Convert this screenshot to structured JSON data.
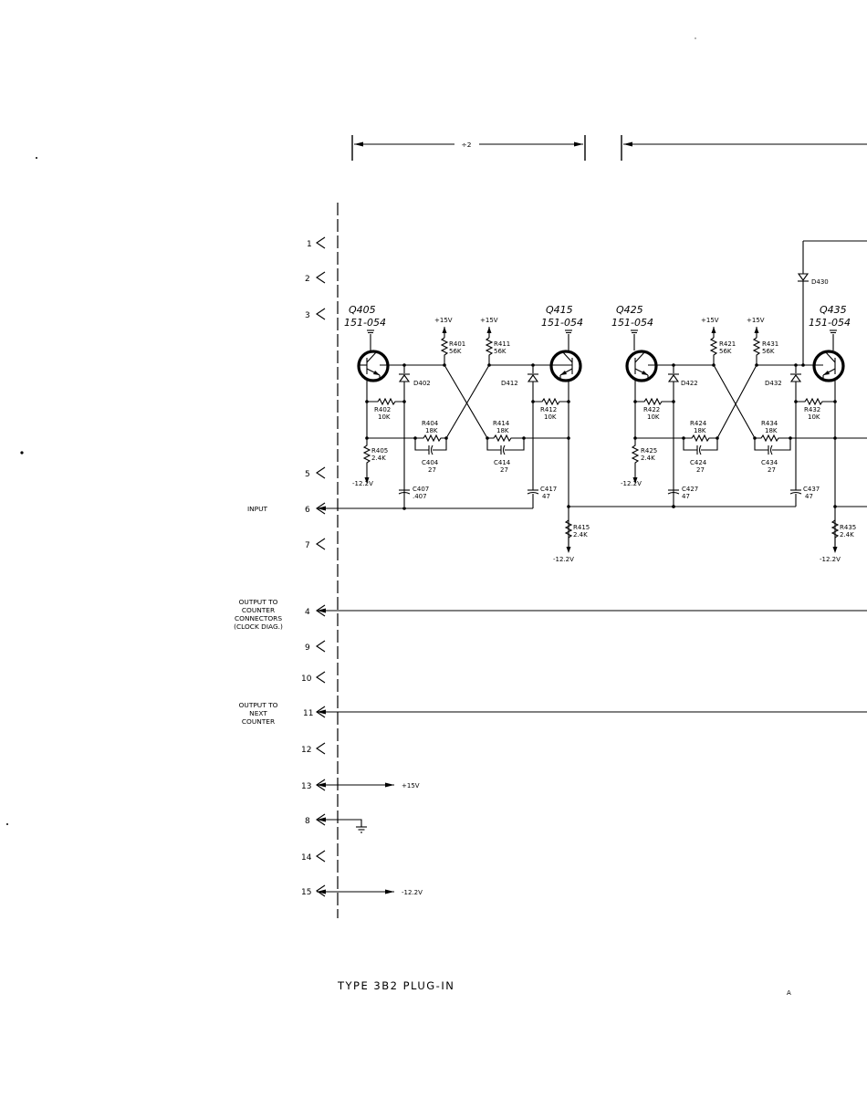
{
  "header": {
    "divider_label": "÷2"
  },
  "pins": [
    "1",
    "2",
    "3",
    "5",
    "6",
    "7",
    "4",
    "9",
    "10",
    "11",
    "12",
    "13",
    "8",
    "14",
    "15"
  ],
  "signals": {
    "input": "INPUT",
    "out_counter": [
      "OUTPUT TO",
      "COUNTER",
      "CONNECTORS",
      "(CLOCK DIAG.)"
    ],
    "out_next": [
      "OUTPUT TO",
      "NEXT",
      "COUNTER"
    ],
    "pin13_supply": "+15V",
    "pin15_supply": "-12.2V"
  },
  "transistors": {
    "q405": [
      "Q405",
      "151-054"
    ],
    "q415": [
      "Q415",
      "151-054"
    ],
    "q425": [
      "Q425",
      "151-054"
    ],
    "q435": [
      "Q435",
      "151-054"
    ]
  },
  "stage1": {
    "v1": "+15V",
    "v2": "+15V",
    "r401": [
      "R401",
      "56K"
    ],
    "r411": [
      "R411",
      "56K"
    ],
    "d402": "D402",
    "d412": "D412",
    "r402": [
      "R402",
      "10K"
    ],
    "r412": [
      "R412",
      "10K"
    ],
    "r404": [
      "R404",
      "18K"
    ],
    "r414": [
      "R414",
      "18K"
    ],
    "c404": [
      "C404",
      "27"
    ],
    "c414": [
      "C414",
      "27"
    ],
    "r405": [
      "R405",
      "2.4K"
    ],
    "vn1": "-12.2V",
    "c407": [
      "C407",
      ".407"
    ],
    "c417": [
      "C417",
      "47"
    ],
    "r415": [
      "R415",
      "2.4K"
    ],
    "vn2": "-12.2V"
  },
  "stage2": {
    "d430": "D430",
    "v1": "+15V",
    "v2": "+15V",
    "r421": [
      "R421",
      "56K"
    ],
    "r431": [
      "R431",
      "56K"
    ],
    "d422": "D422",
    "d432": "D432",
    "r422": [
      "R422",
      "10K"
    ],
    "r432": [
      "R432",
      "10K"
    ],
    "r424": [
      "R424",
      "18K"
    ],
    "r434": [
      "R434",
      "18K"
    ],
    "c424": [
      "C424",
      "27"
    ],
    "c434": [
      "C434",
      "27"
    ],
    "r425": [
      "R425",
      "2.4K"
    ],
    "vn1": "-12.2V",
    "c427": [
      "C427",
      "47"
    ],
    "c437": [
      "C437",
      "47"
    ],
    "r435": [
      "R435",
      "2.4K"
    ],
    "vn2": "-12.2V"
  },
  "footer": {
    "title": "TYPE 3B2 PLUG-IN",
    "mark": "A"
  }
}
